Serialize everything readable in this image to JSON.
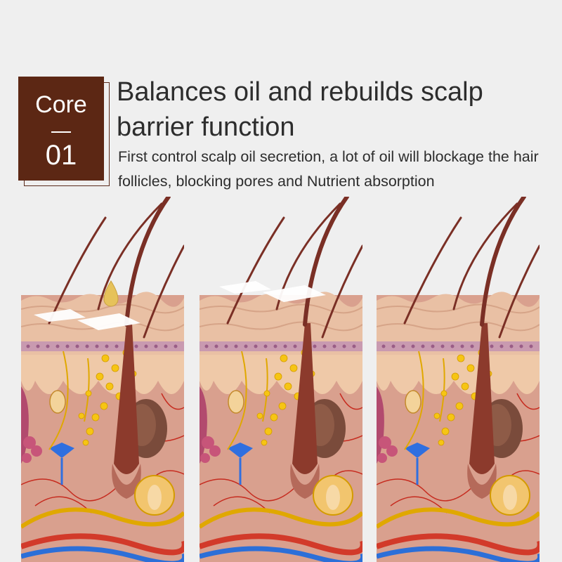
{
  "badge": {
    "label": "Core",
    "number": "01"
  },
  "heading": {
    "title": "Balances oil and rebuilds scalp barrier function",
    "subtitle": "First control scalp oil secretion, a lot of oil will blockage the hair follicles, blocking pores and Nutrient absorption"
  },
  "panels": [
    {
      "stage": "oil-droplet"
    },
    {
      "stage": "flakes-lifting"
    },
    {
      "stage": "clean"
    }
  ],
  "colors": {
    "badge_bg": "#5c2714",
    "skin": "#e8b89a",
    "dermis": "#d79a8a",
    "hair": "#7a2f25",
    "gland": "#f2c200"
  }
}
